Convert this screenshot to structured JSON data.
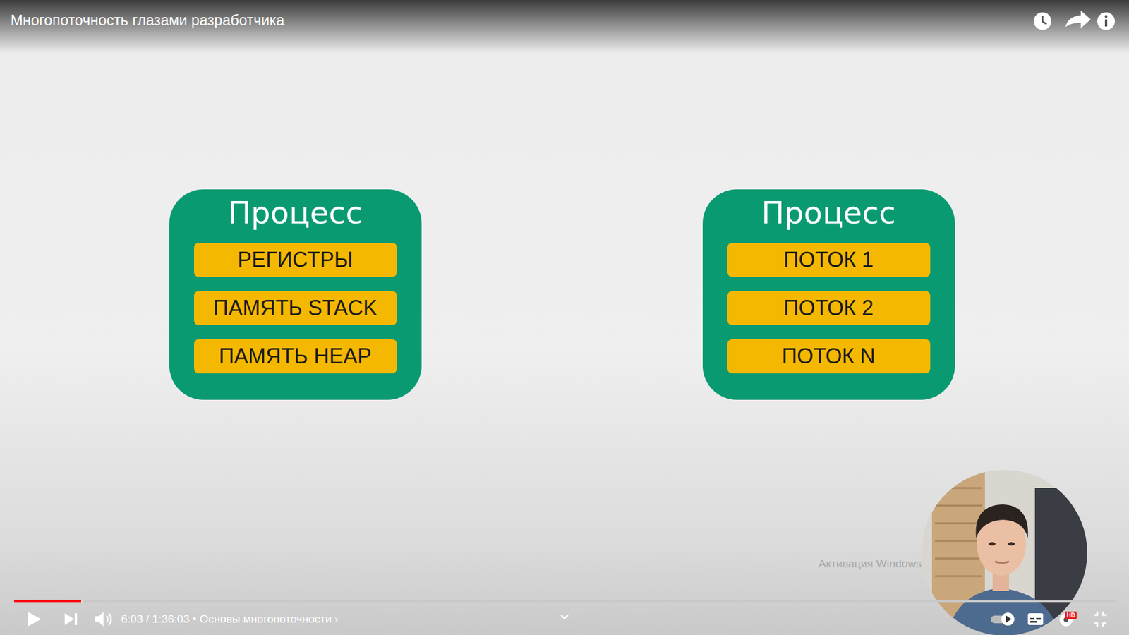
{
  "diagram": {
    "title": "Многопоточность глазами разработчика",
    "nodes": [
      {
        "text": [
          "Процесс"
        ]
      },
      {
        "text": [
          "РЕГИСТРЫ"
        ],
        "in": 0
      },
      {
        "text": [
          "ПАМЯТЬ STACK"
        ],
        "in": 0
      },
      {
        "text": [
          "ПАМЯТЬ HEAP"
        ],
        "in": 0
      },
      {
        "text": [
          "Процесс"
        ]
      },
      {
        "text": [
          "ПОТОК 1"
        ],
        "in": 4
      },
      {
        "text": [
          "ПОТОК 2"
        ],
        "in": 4
      },
      {
        "text": [
          "ПОТОК N"
        ],
        "in": 4
      }
    ],
    "edges": [],
    "labels": [
      "6:03 / 1:36:03 • Основы многопоточности ›",
      "Активация Windows",
      "HD"
    ]
  }
}
